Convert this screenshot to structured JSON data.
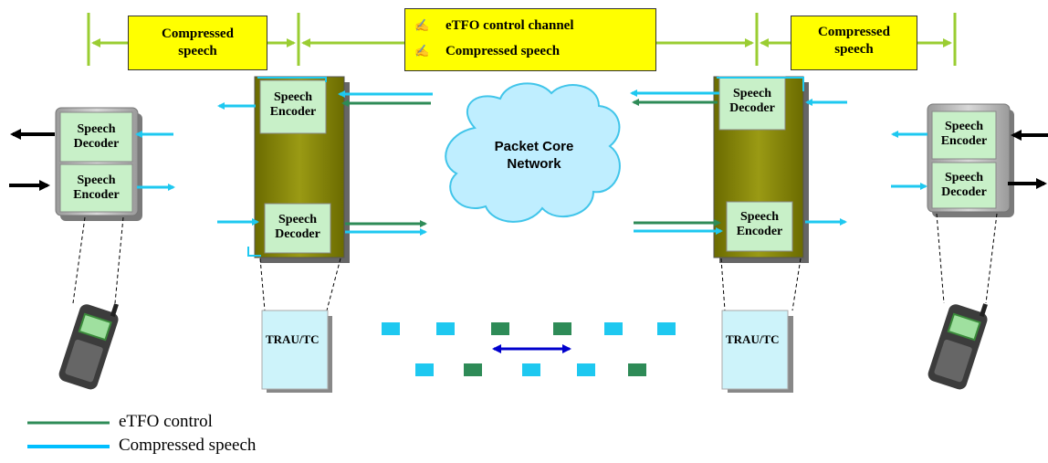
{
  "top_labels": {
    "left_compressed": [
      "Compressed",
      "speech"
    ],
    "center_line1": "eTFO control channel",
    "center_line2": "Compressed speech",
    "right_compressed": [
      "Compressed",
      "speech"
    ],
    "bullet_glyph": "✍"
  },
  "network": {
    "label": [
      "Packet Core",
      "Network"
    ]
  },
  "left_phone": {
    "decoder": [
      "Speech",
      "Decoder"
    ],
    "encoder": [
      "Speech",
      "Encoder"
    ]
  },
  "left_trau": {
    "encoder": [
      "Speech",
      "Encoder"
    ],
    "decoder": [
      "Speech",
      "Decoder"
    ],
    "name": "TRAU/TC"
  },
  "right_trau": {
    "decoder": [
      "Speech",
      "Decoder"
    ],
    "encoder": [
      "Speech",
      "Encoder"
    ],
    "name": "TRAU/TC"
  },
  "right_phone": {
    "encoder": [
      "Speech",
      "Encoder"
    ],
    "decoder": [
      "Speech",
      "Decoder"
    ]
  },
  "legend": [
    {
      "label": "eTFO control",
      "color": "#2e8b57"
    },
    {
      "label": "Compressed speech",
      "color": "#00bfff"
    }
  ],
  "colors": {
    "etfo": "#2e8b57",
    "speech": "#1ec8f0",
    "olive": "#808000",
    "yellow": "#ffff00",
    "dimension": "#9acd32",
    "bidirectional": "#0000cd"
  }
}
